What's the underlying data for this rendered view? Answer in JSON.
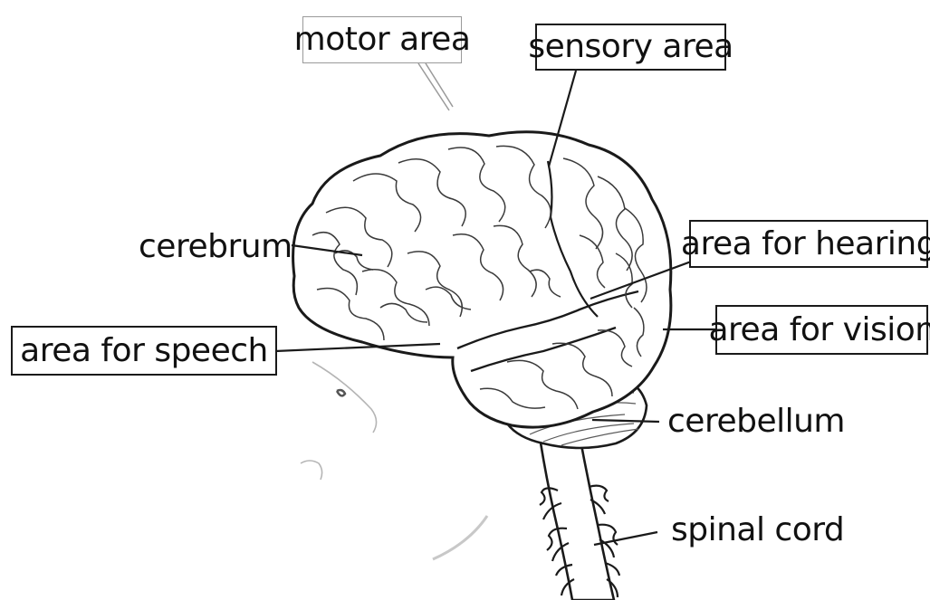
{
  "labels": {
    "motor_area": "motor area",
    "sensory_area": "sensory area",
    "cerebrum": "cerebrum",
    "area_for_hearing": "area for hearing",
    "area_for_vision": "area for vision",
    "area_for_speech": "area for speech",
    "cerebellum": "cerebellum",
    "spinal_cord": "spinal cord"
  },
  "colors": {
    "ink": "#1a1a1a",
    "fold_ink": "#3a3a3a",
    "faint_ink": "#9a9a9a",
    "background": "#ffffff"
  }
}
